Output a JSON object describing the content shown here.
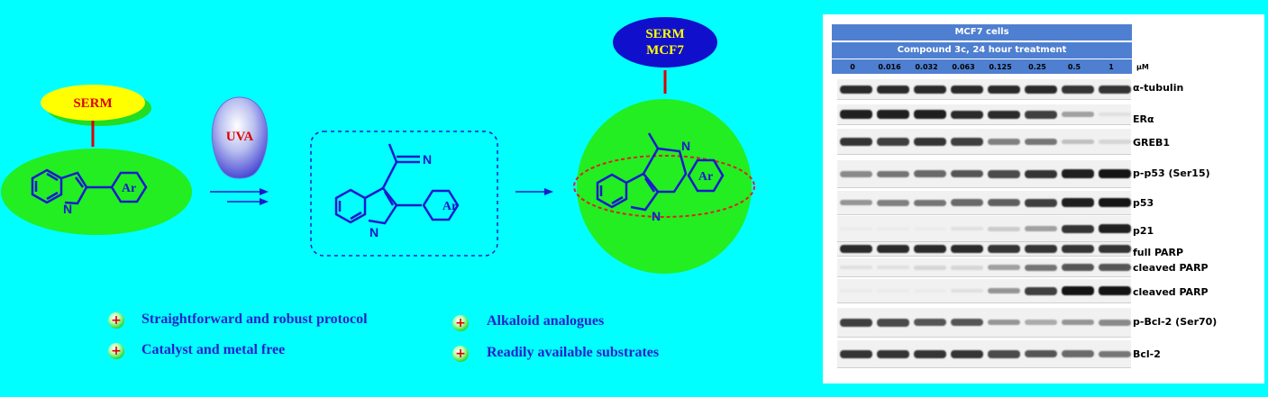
{
  "scheme": {
    "serm_left": "SERM",
    "uva": "UVA",
    "serm_right_line1": "SERM",
    "serm_right_line2": "MCF7",
    "ar": "Ar",
    "n": "N",
    "colors": {
      "background": "#00ffff",
      "green": "#22ee22",
      "yellow": "#ffff00",
      "structure": "#1a1acc",
      "red_label": "#dd0000",
      "navy_oval": "#1010cc"
    }
  },
  "bullets": [
    {
      "text": "Straightforward and robust  protocol",
      "icon": "plus-circle-icon"
    },
    {
      "text": "Catalyst and metal free",
      "icon": "plus-circle-icon"
    },
    {
      "text": "Alkaloid analogues",
      "icon": "plus-circle-icon"
    },
    {
      "text": "Readily available substrates",
      "icon": "plus-circle-icon"
    }
  ],
  "blot": {
    "title": "MCF7 cells",
    "subtitle": "Compound 3c, 24 hour treatment",
    "unit": "µM",
    "doses": [
      "0",
      "0.016",
      "0.032",
      "0.063",
      "0.125",
      "0.25",
      "0.5",
      "1"
    ],
    "bands": [
      {
        "label": "α-tubulin",
        "intensity": [
          0.9,
          0.9,
          0.9,
          0.9,
          0.9,
          0.9,
          0.85,
          0.85
        ]
      },
      {
        "label": "ERα",
        "intensity": [
          0.95,
          0.95,
          0.95,
          0.9,
          0.9,
          0.8,
          0.35,
          0.05
        ]
      },
      {
        "label": "GREB1",
        "intensity": [
          0.85,
          0.8,
          0.85,
          0.8,
          0.5,
          0.55,
          0.2,
          0.1
        ]
      },
      {
        "label": "p-p53 (Ser15)",
        "intensity": [
          0.45,
          0.55,
          0.6,
          0.7,
          0.75,
          0.85,
          0.95,
          1.0
        ]
      },
      {
        "label": "p53",
        "intensity": [
          0.4,
          0.5,
          0.55,
          0.6,
          0.65,
          0.8,
          0.95,
          1.0
        ]
      },
      {
        "label": "p21",
        "intensity": [
          0.0,
          0.0,
          0.0,
          0.05,
          0.15,
          0.35,
          0.85,
          0.95
        ]
      },
      {
        "label": "full PARP",
        "intensity": [
          0.9,
          0.9,
          0.9,
          0.9,
          0.85,
          0.85,
          0.85,
          0.85
        ]
      },
      {
        "label": "cleaved PARP",
        "intensity": [
          0.05,
          0.05,
          0.1,
          0.1,
          0.35,
          0.55,
          0.7,
          0.7
        ]
      },
      {
        "label": "cleaved PARP",
        "intensity": [
          0.0,
          0.0,
          0.0,
          0.05,
          0.4,
          0.8,
          1.0,
          1.0
        ]
      },
      {
        "label": "p-Bcl-2 (Ser70)",
        "intensity": [
          0.8,
          0.75,
          0.7,
          0.7,
          0.4,
          0.3,
          0.4,
          0.45
        ]
      },
      {
        "label": "Bcl-2",
        "intensity": [
          0.85,
          0.85,
          0.85,
          0.85,
          0.75,
          0.7,
          0.6,
          0.55
        ]
      }
    ]
  }
}
